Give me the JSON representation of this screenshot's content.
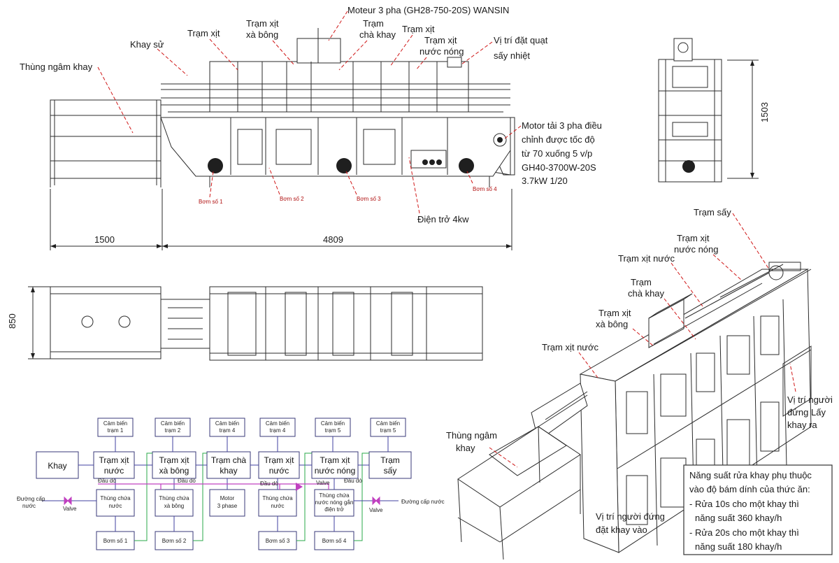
{
  "side_view": {
    "labels": {
      "thung_ngam": "Thùng ngâm khay",
      "khay_su": "Khay sử",
      "tram_xit": "Trạm xịt",
      "tram_xit_xa_bong_1": "Trạm xịt",
      "tram_xit_xa_bong_2": "xà bông",
      "moteur": "Moteur 3 pha (GH28-750-20S) WANSIN",
      "tram_cha_1": "Trạm",
      "tram_cha_2": "chà khay",
      "tram_xit_2": "Trạm xịt",
      "tram_xit_nong_1": "Trạm xịt",
      "tram_xit_nong_2": "nước nóng",
      "quat_1": "Vị trí đặt quạt",
      "quat_2": "sấy nhiệt",
      "motor_tai_1": "Motor tải 3 pha điều",
      "motor_tai_2": "chỉnh được tốc độ",
      "motor_tai_3": "từ 70 xuống 5 v/p",
      "motor_tai_4": "GH40-3700W-20S",
      "motor_tai_5": "3.7kW 1/20",
      "bom1": "Bơm số 1",
      "bom2": "Bơm số 2",
      "bom3": "Bơm số 3",
      "bom4": "Bơm số 4",
      "dien_tro": "Điện trở 4kw"
    },
    "dims": {
      "left": "1500",
      "right": "4809"
    }
  },
  "end_view": {
    "height_dim": "1503"
  },
  "top_view": {
    "width_dim": "850"
  },
  "iso_view": {
    "labels": {
      "tram_say": "Trạm sấy",
      "xit_nong_1": "Trạm xịt",
      "xit_nong_2": "nước nóng",
      "xit_nuoc": "Trạm xịt nước",
      "cha_1": "Trạm",
      "cha_2": "chà khay",
      "xa_bong_1": "Trạm xịt",
      "xa_bong_2": "xà bông",
      "xit_nuoc_2": "Trạm xịt nước",
      "thung_ngam_1": "Thùng ngâm",
      "thung_ngam_2": "khay",
      "nguoi_lay_1": "Vị trí người",
      "nguoi_lay_2": "đứng Lấy",
      "nguoi_lay_3": "khay ra",
      "nguoi_dat_1": "Vị trí người đứng",
      "nguoi_dat_2": "đặt khay vào"
    }
  },
  "note": {
    "lines": [
      "Năng suất rửa khay phụ thuộc",
      "vào độ bám dính của thức ăn:",
      "- Rửa 10s cho một khay thì",
      "  năng suất 360 khay/h",
      "- Rửa 20s cho một khay thì",
      "  năng suất 180 khay/h"
    ]
  },
  "block_diagram": {
    "sensors": [
      [
        "Cảm biến",
        "trạm 1"
      ],
      [
        "Cảm biến",
        "trạm 2"
      ],
      [
        "Cảm biến",
        "trạm 4"
      ],
      [
        "Cảm biến",
        "trạm 4"
      ],
      [
        "Cảm biến",
        "trạm 5"
      ],
      [
        "Cảm biến",
        "trạm 5"
      ]
    ],
    "khay": "Khay",
    "stations": [
      [
        "Trạm xịt",
        "nước"
      ],
      [
        "Trạm xịt",
        "xà bông"
      ],
      [
        "Trạm chà",
        "khay"
      ],
      [
        "Trạm xịt",
        "nước"
      ],
      [
        "Trạm xịt",
        "nước nóng"
      ],
      [
        "Trạm",
        "sấy"
      ]
    ],
    "tanks": [
      [
        "Thùng chứa",
        "nước"
      ],
      [
        "Thùng chứa",
        "xà bông"
      ],
      [
        "Motor",
        "3 phase"
      ],
      [
        "Thùng chứa",
        "nước"
      ],
      [
        "Thùng chứa",
        "nước nóng gắn",
        "điện trở"
      ]
    ],
    "pumps": [
      "Bơm số 1",
      "Bơm số 2",
      "Bơm số 3",
      "Bơm số 4"
    ],
    "dau_do": "Đầu dò",
    "valve": "Valve",
    "duong_cap_1": "Đường cấp",
    "duong_cap_2": "nước",
    "duong_cap_right": "Đường cấp nước"
  }
}
